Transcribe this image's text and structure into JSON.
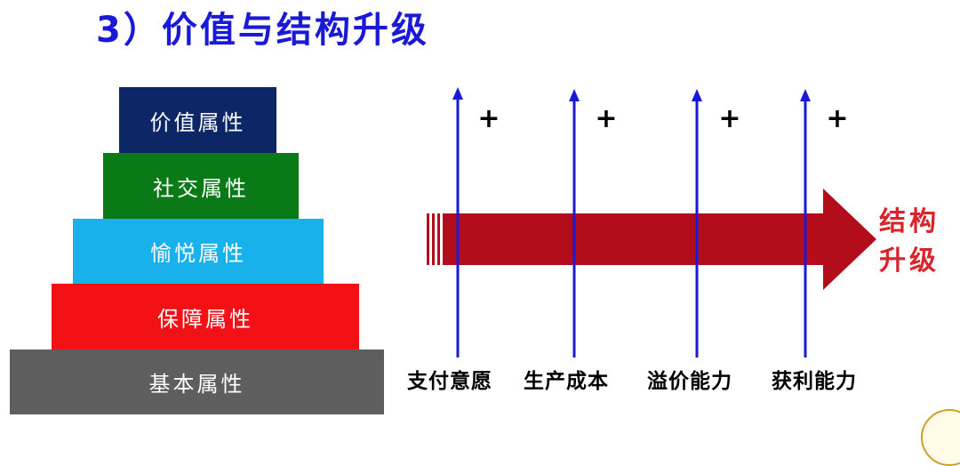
{
  "title": "3）价值与结构升级",
  "pyramid": {
    "tiers": [
      {
        "label": "价值属性",
        "color": "#0d2766"
      },
      {
        "label": "社交属性",
        "color": "#0a7a17"
      },
      {
        "label": "愉悦属性",
        "color": "#18b1ec"
      },
      {
        "label": "保障属性",
        "color": "#f41115"
      },
      {
        "label": "基本属性",
        "color": "#5e5e5e"
      }
    ]
  },
  "factors": [
    {
      "label": "支付意愿",
      "sign": "+"
    },
    {
      "label": "生产成本",
      "sign": "+"
    },
    {
      "label": "溢价能力",
      "sign": "+"
    },
    {
      "label": "获利能力",
      "sign": "+"
    }
  ],
  "result": {
    "line1": "结构",
    "line2": "升级",
    "color": "#d9242b"
  },
  "colors": {
    "axis": "#1a1ad6",
    "arrow": "#b30d1b",
    "title": "#1a1ad6"
  }
}
